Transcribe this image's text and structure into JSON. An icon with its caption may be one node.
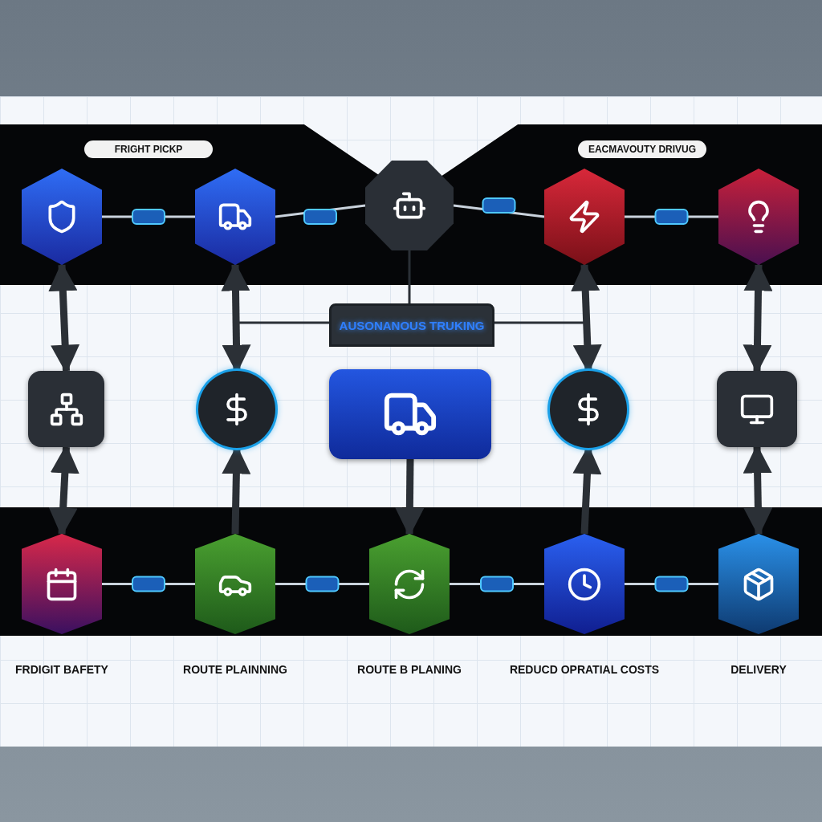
{
  "diagram": {
    "nodes": [
      {
        "text": [],
        "shape": "hexagon"
      },
      {
        "text": [],
        "shape": "hexagon"
      },
      {
        "text": [],
        "shape": "octagon"
      },
      {
        "text": [],
        "shape": "hexagon"
      },
      {
        "text": [],
        "shape": "hexagon"
      },
      {
        "text": [
          "AUSONANOUS TRUKING"
        ]
      },
      {
        "text": [],
        "shape": "box"
      },
      {
        "text": [],
        "shape": "circle"
      },
      {
        "text": [],
        "shape": "box"
      },
      {
        "text": [],
        "shape": "circle"
      },
      {
        "text": [],
        "shape": "box"
      },
      {
        "text": [],
        "shape": "pentagon",
        "beside": [
          "FRDIGIT BAFETY"
        ]
      },
      {
        "text": [],
        "shape": "pentagon",
        "beside": [
          "ROUTE PLAINNING"
        ]
      },
      {
        "text": [],
        "shape": "pentagon",
        "beside": [
          "ROUTE B PLANING"
        ]
      },
      {
        "text": [],
        "shape": "pentagon",
        "beside": [
          "REDUCD OPRATIAL COSTS"
        ]
      },
      {
        "text": [],
        "shape": "pentagon",
        "beside": [
          "DELIVERY"
        ]
      }
    ],
    "edges": [
      {
        "from": 0,
        "to": 1,
        "arrow": "none",
        "color": "#c9d2dc"
      },
      {
        "from": 1,
        "to": 2,
        "arrow": "none",
        "color": "#c9d2dc"
      },
      {
        "from": 2,
        "to": 3,
        "arrow": "none",
        "color": "#c9d2dc"
      },
      {
        "from": 3,
        "to": 4,
        "arrow": "none",
        "color": "#c9d2dc"
      },
      {
        "from": 2,
        "to": 5,
        "arrow": "none"
      },
      {
        "from": 5,
        "to": 7,
        "arrow": "none"
      },
      {
        "from": 5,
        "to": 9,
        "arrow": "none"
      },
      {
        "from": 0,
        "to": 6,
        "arrow": "both",
        "style": "thick"
      },
      {
        "from": 1,
        "to": 7,
        "arrow": "both",
        "style": "thick"
      },
      {
        "from": 3,
        "to": 9,
        "arrow": "both",
        "style": "thick"
      },
      {
        "from": 4,
        "to": 10,
        "arrow": "both",
        "style": "thick"
      },
      {
        "from": 6,
        "to": 11,
        "arrow": "both",
        "style": "thick"
      },
      {
        "from": 12,
        "to": 7,
        "arrow": "to",
        "style": "thick"
      },
      {
        "from": 8,
        "to": 13,
        "arrow": "to",
        "style": "thick"
      },
      {
        "from": 14,
        "to": 9,
        "arrow": "to",
        "style": "thick"
      },
      {
        "from": 10,
        "to": 15,
        "arrow": "both",
        "style": "thick"
      },
      {
        "from": 11,
        "to": 12,
        "arrow": "none",
        "color": "#c9d2dc"
      },
      {
        "from": 12,
        "to": 13,
        "arrow": "none",
        "color": "#c9d2dc"
      },
      {
        "from": 13,
        "to": 14,
        "arrow": "none",
        "color": "#c9d2dc"
      },
      {
        "from": 14,
        "to": 15,
        "arrow": "none",
        "color": "#c9d2dc"
      }
    ],
    "labels": [
      "FRIGHT PICKP",
      "EACMAVOUTY DRIVUG"
    ]
  }
}
